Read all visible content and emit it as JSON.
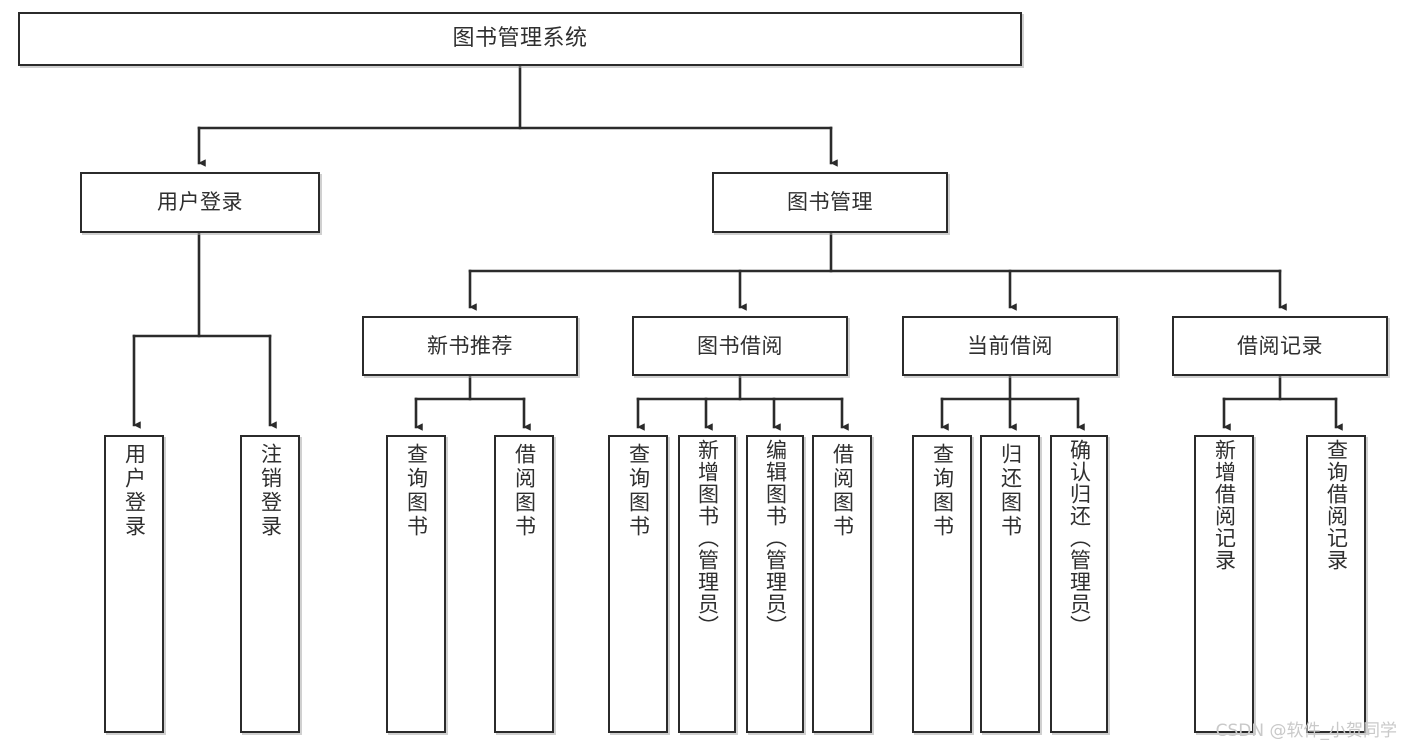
{
  "diagram": {
    "title": "图书管理系统",
    "type": "tree-hierarchy",
    "watermark": "CSDN @软件_小贺同学",
    "colors": {
      "border": "#2b2b2b",
      "text": "#2f2f2f",
      "background": "#ffffff",
      "connector": "#2b2b2b",
      "shadow": "#aaaaaa",
      "watermark": "#c9c9c9"
    }
  },
  "nodes": {
    "root": {
      "label": "图书管理系统"
    },
    "level1": [
      {
        "id": "user-login",
        "label": "用户登录"
      },
      {
        "id": "book-manage",
        "label": "图书管理"
      }
    ],
    "level2": [
      {
        "id": "new-book-recommend",
        "label": "新书推荐"
      },
      {
        "id": "book-borrow",
        "label": "图书借阅"
      },
      {
        "id": "current-borrow",
        "label": "当前借阅"
      },
      {
        "id": "borrow-record",
        "label": "借阅记录"
      }
    ],
    "leaves": {
      "user-login": [
        {
          "id": "leaf-user-login",
          "label": "用户登录"
        },
        {
          "id": "leaf-user-logout",
          "label": "注销登录"
        }
      ],
      "new-book-recommend": [
        {
          "id": "leaf-query-book-1",
          "label": "查询图书"
        },
        {
          "id": "leaf-borrow-book-1",
          "label": "借阅图书"
        }
      ],
      "book-borrow": [
        {
          "id": "leaf-query-book-2",
          "label": "查询图书"
        },
        {
          "id": "leaf-add-book",
          "label": "新增图书（管理员）"
        },
        {
          "id": "leaf-edit-book",
          "label": "编辑图书（管理员）"
        },
        {
          "id": "leaf-borrow-book-2",
          "label": "借阅图书"
        }
      ],
      "current-borrow": [
        {
          "id": "leaf-query-book-3",
          "label": "查询图书"
        },
        {
          "id": "leaf-return-book",
          "label": "归还图书"
        },
        {
          "id": "leaf-confirm-return",
          "label": "确认归还（管理员）"
        }
      ],
      "borrow-record": [
        {
          "id": "leaf-add-record",
          "label": "新增借阅记录"
        },
        {
          "id": "leaf-query-record",
          "label": "查询借阅记录"
        }
      ]
    }
  }
}
